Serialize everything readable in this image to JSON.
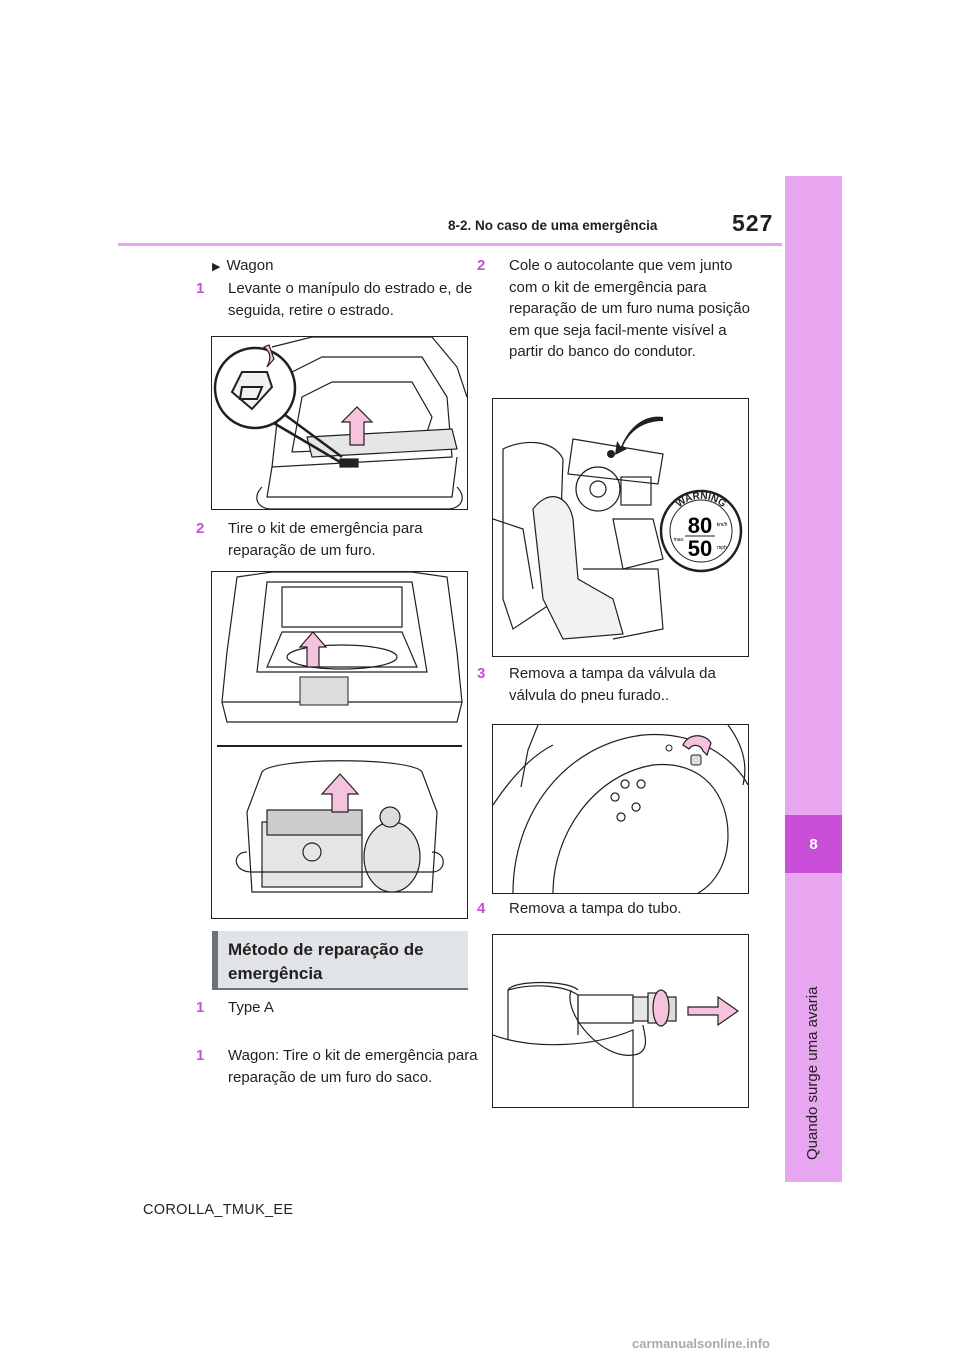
{
  "header": {
    "section": "8-2. No caso de uma emergência",
    "page_number": "527"
  },
  "side_tab": {
    "chapter_number": "8",
    "chapter_title": "Quando surge uma avaria"
  },
  "left_column": {
    "subheading": "Wagon",
    "step1": {
      "num": "1",
      "text": "Levante o manípulo do estrado e, de seguida, retire o estrado."
    },
    "step2": {
      "num": "2",
      "text": "Tire o kit de emergência para reparação de um furo."
    },
    "method_heading": "Método de reparação de emergência",
    "type_a": {
      "num": "1",
      "text": "Type A"
    },
    "wagon_step": {
      "num": "1",
      "text": "Wagon: Tire o kit de emergência para reparação de um furo do saco."
    }
  },
  "right_column": {
    "step2": {
      "num": "2",
      "text": "Cole o autocolante que vem junto com o kit de emergência para reparação de um furo numa posição em que seja facil-mente visível a partir do banco do condutor."
    },
    "step3": {
      "num": "3",
      "text": "Remova a tampa da válvula da válvula do pneu furado.."
    },
    "step4": {
      "num": "4",
      "text": "Remova a tampa do tubo."
    }
  },
  "warning_label": {
    "word": "WARNING",
    "speed_top": "80",
    "speed_bottom": "50",
    "unit_top": "km/h",
    "unit_bottom": "mph",
    "max": "max."
  },
  "footer": {
    "code": "COROLLA_TMUK_EE"
  },
  "watermark": {
    "text": "carmanualsonline.info"
  },
  "colors": {
    "accent": "#c94fd8",
    "tab": "#e9a6f0",
    "arrow_fill": "#f6c3df"
  }
}
